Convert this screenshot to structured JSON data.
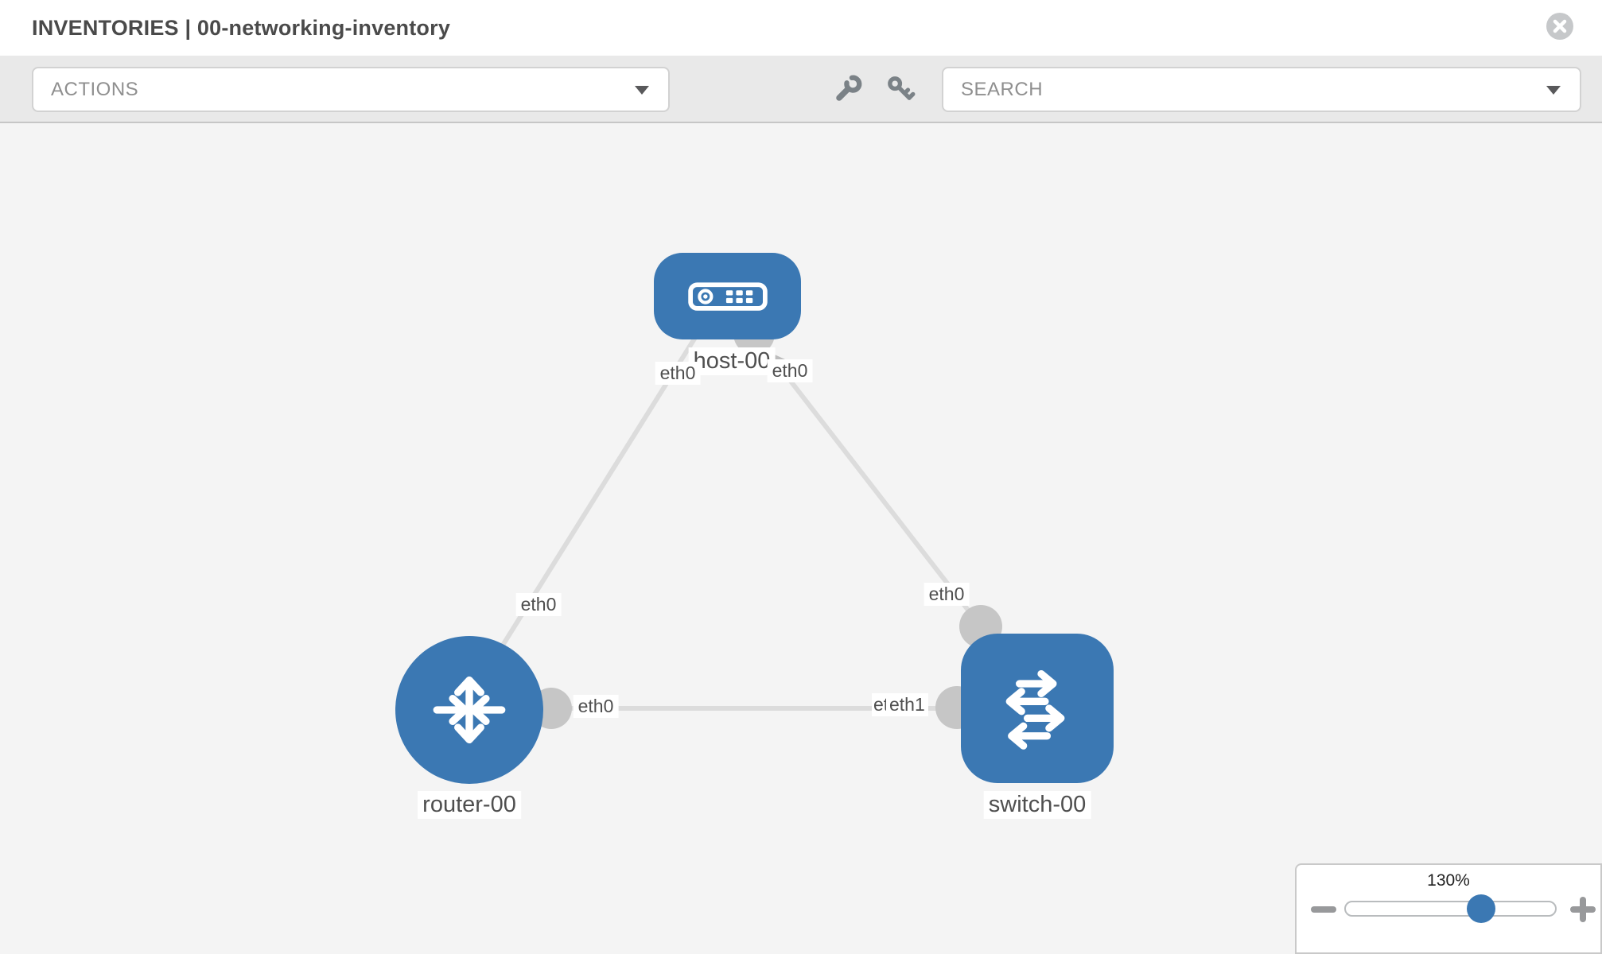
{
  "header": {
    "title": "INVENTORIES | 00-networking-inventory",
    "close_icon": "x-circle"
  },
  "toolbar": {
    "actions_label": "ACTIONS",
    "search_placeholder": "SEARCH",
    "icons": [
      {
        "name": "wrench-icon"
      },
      {
        "name": "key-icon"
      }
    ]
  },
  "topology": {
    "nodes": [
      {
        "id": "host-00",
        "type": "host",
        "label": "host-00",
        "icon": "host-icon"
      },
      {
        "id": "router-00",
        "type": "router",
        "label": "router-00",
        "icon": "router-icon"
      },
      {
        "id": "switch-00",
        "type": "switch",
        "label": "switch-00",
        "icon": "switch-icon"
      }
    ],
    "links": [
      {
        "from": "host-00",
        "to": "router-00",
        "from_interface": "eth0",
        "to_interface": "eth0"
      },
      {
        "from": "host-00",
        "to": "switch-00",
        "from_interface": "eth0",
        "to_interface": "eth0"
      },
      {
        "from": "router-00",
        "to": "switch-00",
        "from_interface": "eth0",
        "to_interfaces": [
          "eth0",
          "eth1"
        ]
      }
    ]
  },
  "zoom_control": {
    "value": "130%",
    "minus": "zoom-out",
    "plus": "zoom-in",
    "thumb_percent": 64
  },
  "colors": {
    "node_blue": "#3b78b3",
    "edge_gray": "#dcdcdc",
    "dot_gray": "#c6c6c6",
    "toolbar_bg": "#e9e9e9",
    "canvas_bg": "#f4f4f4",
    "icon_gray": "#7b8287",
    "text_dark": "#4a4a4a"
  }
}
